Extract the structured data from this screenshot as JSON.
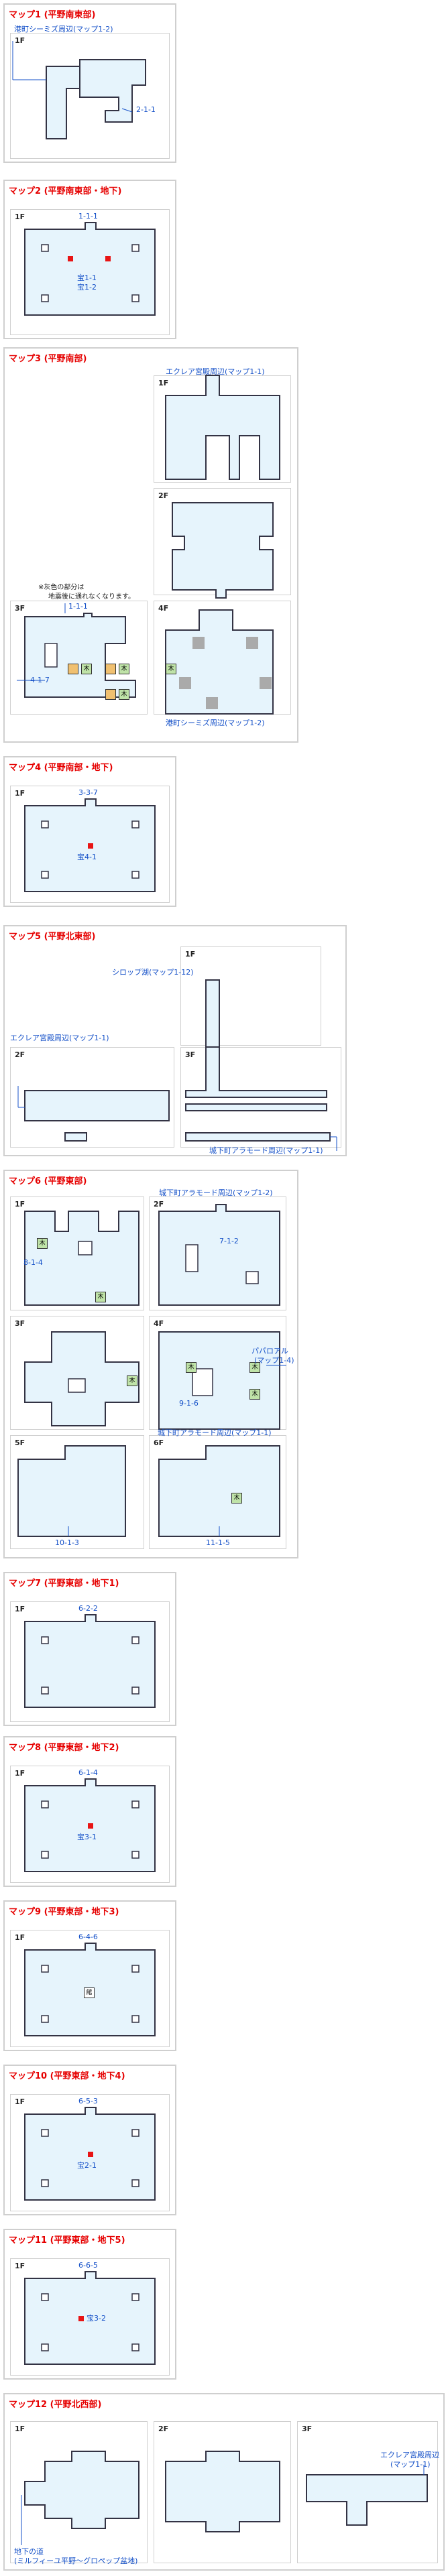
{
  "floor_1": "1F",
  "floor_2": "2F",
  "floor_3": "3F",
  "floor_4": "4F",
  "floor_5": "5F",
  "floor_6": "6F",
  "sections": {
    "m1": {
      "title": "マップ1 (平野南東部)",
      "exit1": "港町シーミズ周辺(マップ1-2)",
      "l1": "2-1-1"
    },
    "m2": {
      "title": "マップ2 (平野南東部・地下)",
      "l1": "1-1-1",
      "l2": "宝1-1",
      "l3": "宝1-2"
    },
    "m3": {
      "title": "マップ3 (平野南部)",
      "exit1": "エクレア宮殿周辺(マップ1-1)",
      "note1": "※灰色の部分は",
      "note2": "地震後に通れなくなります。",
      "l1": "1-1-1",
      "l2": "4-1-7",
      "exit2": "港町シーミズ周辺(マップ1-2)",
      "box": "木"
    },
    "m4": {
      "title": "マップ4 (平野南部・地下)",
      "l1": "3-3-7",
      "l2": "宝4-1"
    },
    "m5": {
      "title": "マップ5 (平野北東部)",
      "exit1": "シロップ湖(マップ1-12)",
      "exit2": "エクレア宮殿周辺(マップ1-1)",
      "exit3": "城下町アラモード周辺(マップ1-1)"
    },
    "m6": {
      "title": "マップ6 (平野東部)",
      "exit1": "城下町アラモード周辺(マップ1-2)",
      "l1": "8-1-4",
      "l2": "7-1-2",
      "l3": "9-1-6",
      "exit2": "パパロアル",
      "exit2b": "(マップ1-4)",
      "exit3": "城下町アラモード周辺(マップ1-1)",
      "l4": "10-1-3",
      "l5": "11-1-5"
    },
    "m7": {
      "title": "マップ7 (平野東部・地下1)",
      "l1": "6-2-2"
    },
    "m8": {
      "title": "マップ8 (平野東部・地下2)",
      "l1": "6-1-4",
      "l2": "宝3-1"
    },
    "m9": {
      "title": "マップ9 (平野東部・地下3)",
      "l1": "6-4-6",
      "box": "館"
    },
    "m10": {
      "title": "マップ10 (平野東部・地下4)",
      "l1": "6-5-3",
      "l2": "宝2-1"
    },
    "m11": {
      "title": "マップ11 (平野東部・地下5)",
      "l1": "6-6-5",
      "l2": "宝3-2"
    },
    "m12": {
      "title": "マップ12 (平野北西部)",
      "exit1": "エクレア宮殿周辺",
      "exit1b": "(マップ1-1)",
      "exit2": "地下の道",
      "exit2b": "(ミルフィーユ平野～グロペップ盆地)"
    }
  }
}
